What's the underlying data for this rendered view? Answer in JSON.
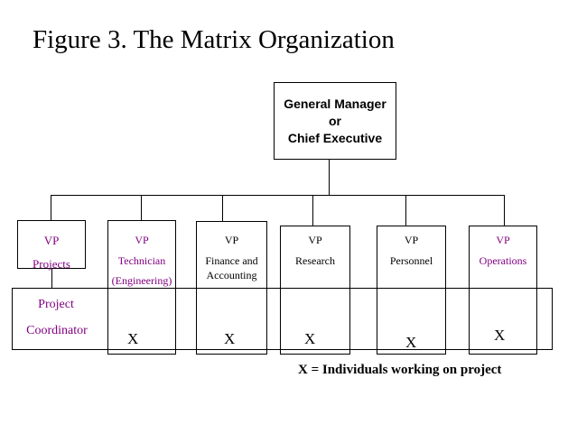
{
  "title": "Figure 3. The Matrix Organization",
  "top": {
    "line1": "General Manager",
    "line2": "or",
    "line3": "Chief Executive"
  },
  "vps": [
    {
      "line1": "VP",
      "line2": "Projects",
      "line3": ""
    },
    {
      "line1": "VP",
      "line2": "Technician",
      "line3": "(Engineering)"
    },
    {
      "line1": "VP",
      "line2": "Finance and",
      "line3": "Accounting"
    },
    {
      "line1": "VP",
      "line2": "Research",
      "line3": ""
    },
    {
      "line1": "VP",
      "line2": "Personnel",
      "line3": ""
    },
    {
      "line1": "VP",
      "line2": "Operations",
      "line3": ""
    }
  ],
  "coordinator": {
    "line1": "Project",
    "line2": "Coordinator"
  },
  "marks": [
    "X",
    "X",
    "X",
    "X",
    "X"
  ],
  "legend": "X = Individuals working on project",
  "colors": {
    "purple": "#800080",
    "black": "#000000"
  }
}
